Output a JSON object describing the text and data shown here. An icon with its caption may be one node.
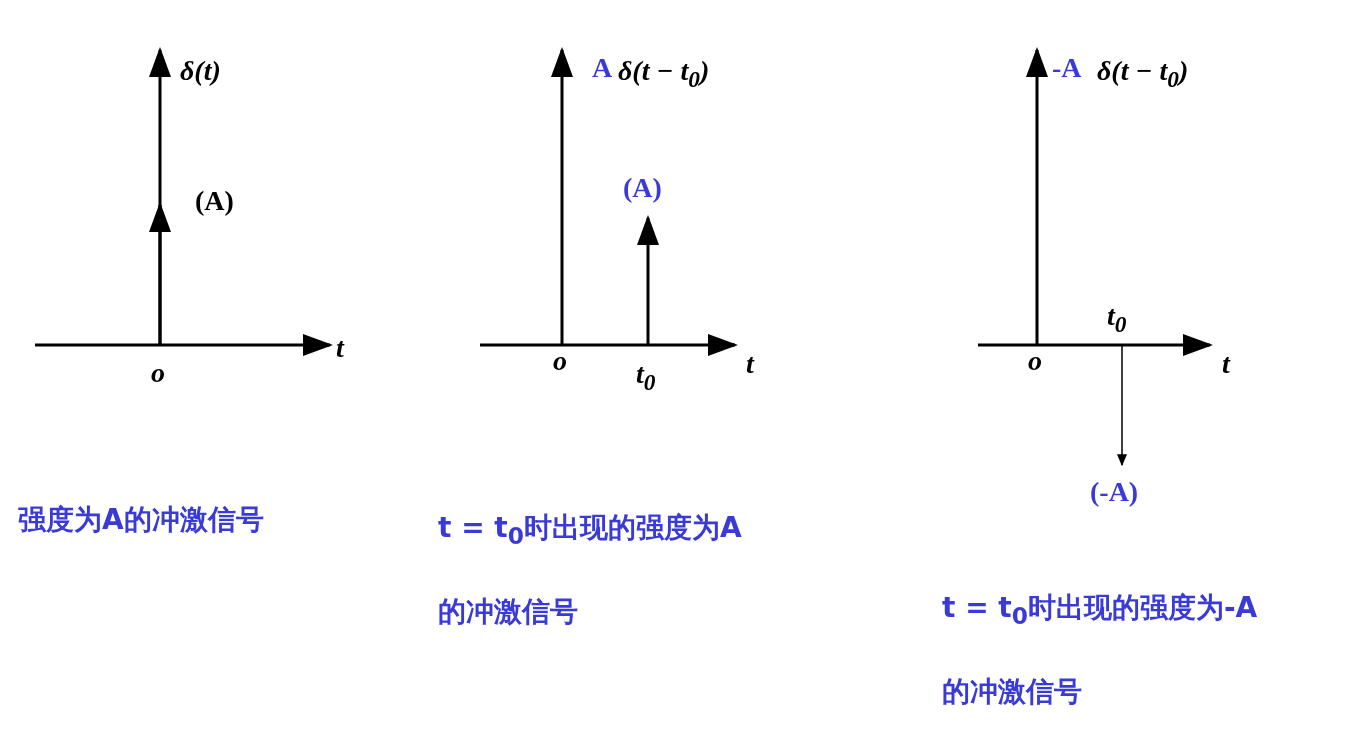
{
  "diagram": {
    "labels": [
      "δ(t)",
      "(A)",
      "t",
      "o",
      "强度为A的冲激信号",
      "A",
      "δ(t − t$_{0}$)",
      "(A)",
      "o",
      "t$_{0}$",
      "t",
      "t = t$_{0}$时出现的强度为A的冲激信号",
      "-A",
      "δ(t − t$_{0}$)",
      "t$_{0}$",
      "o",
      "t",
      "(-A)",
      "t = t$_{0}$时出现的强度为-A的冲激信号"
    ]
  }
}
